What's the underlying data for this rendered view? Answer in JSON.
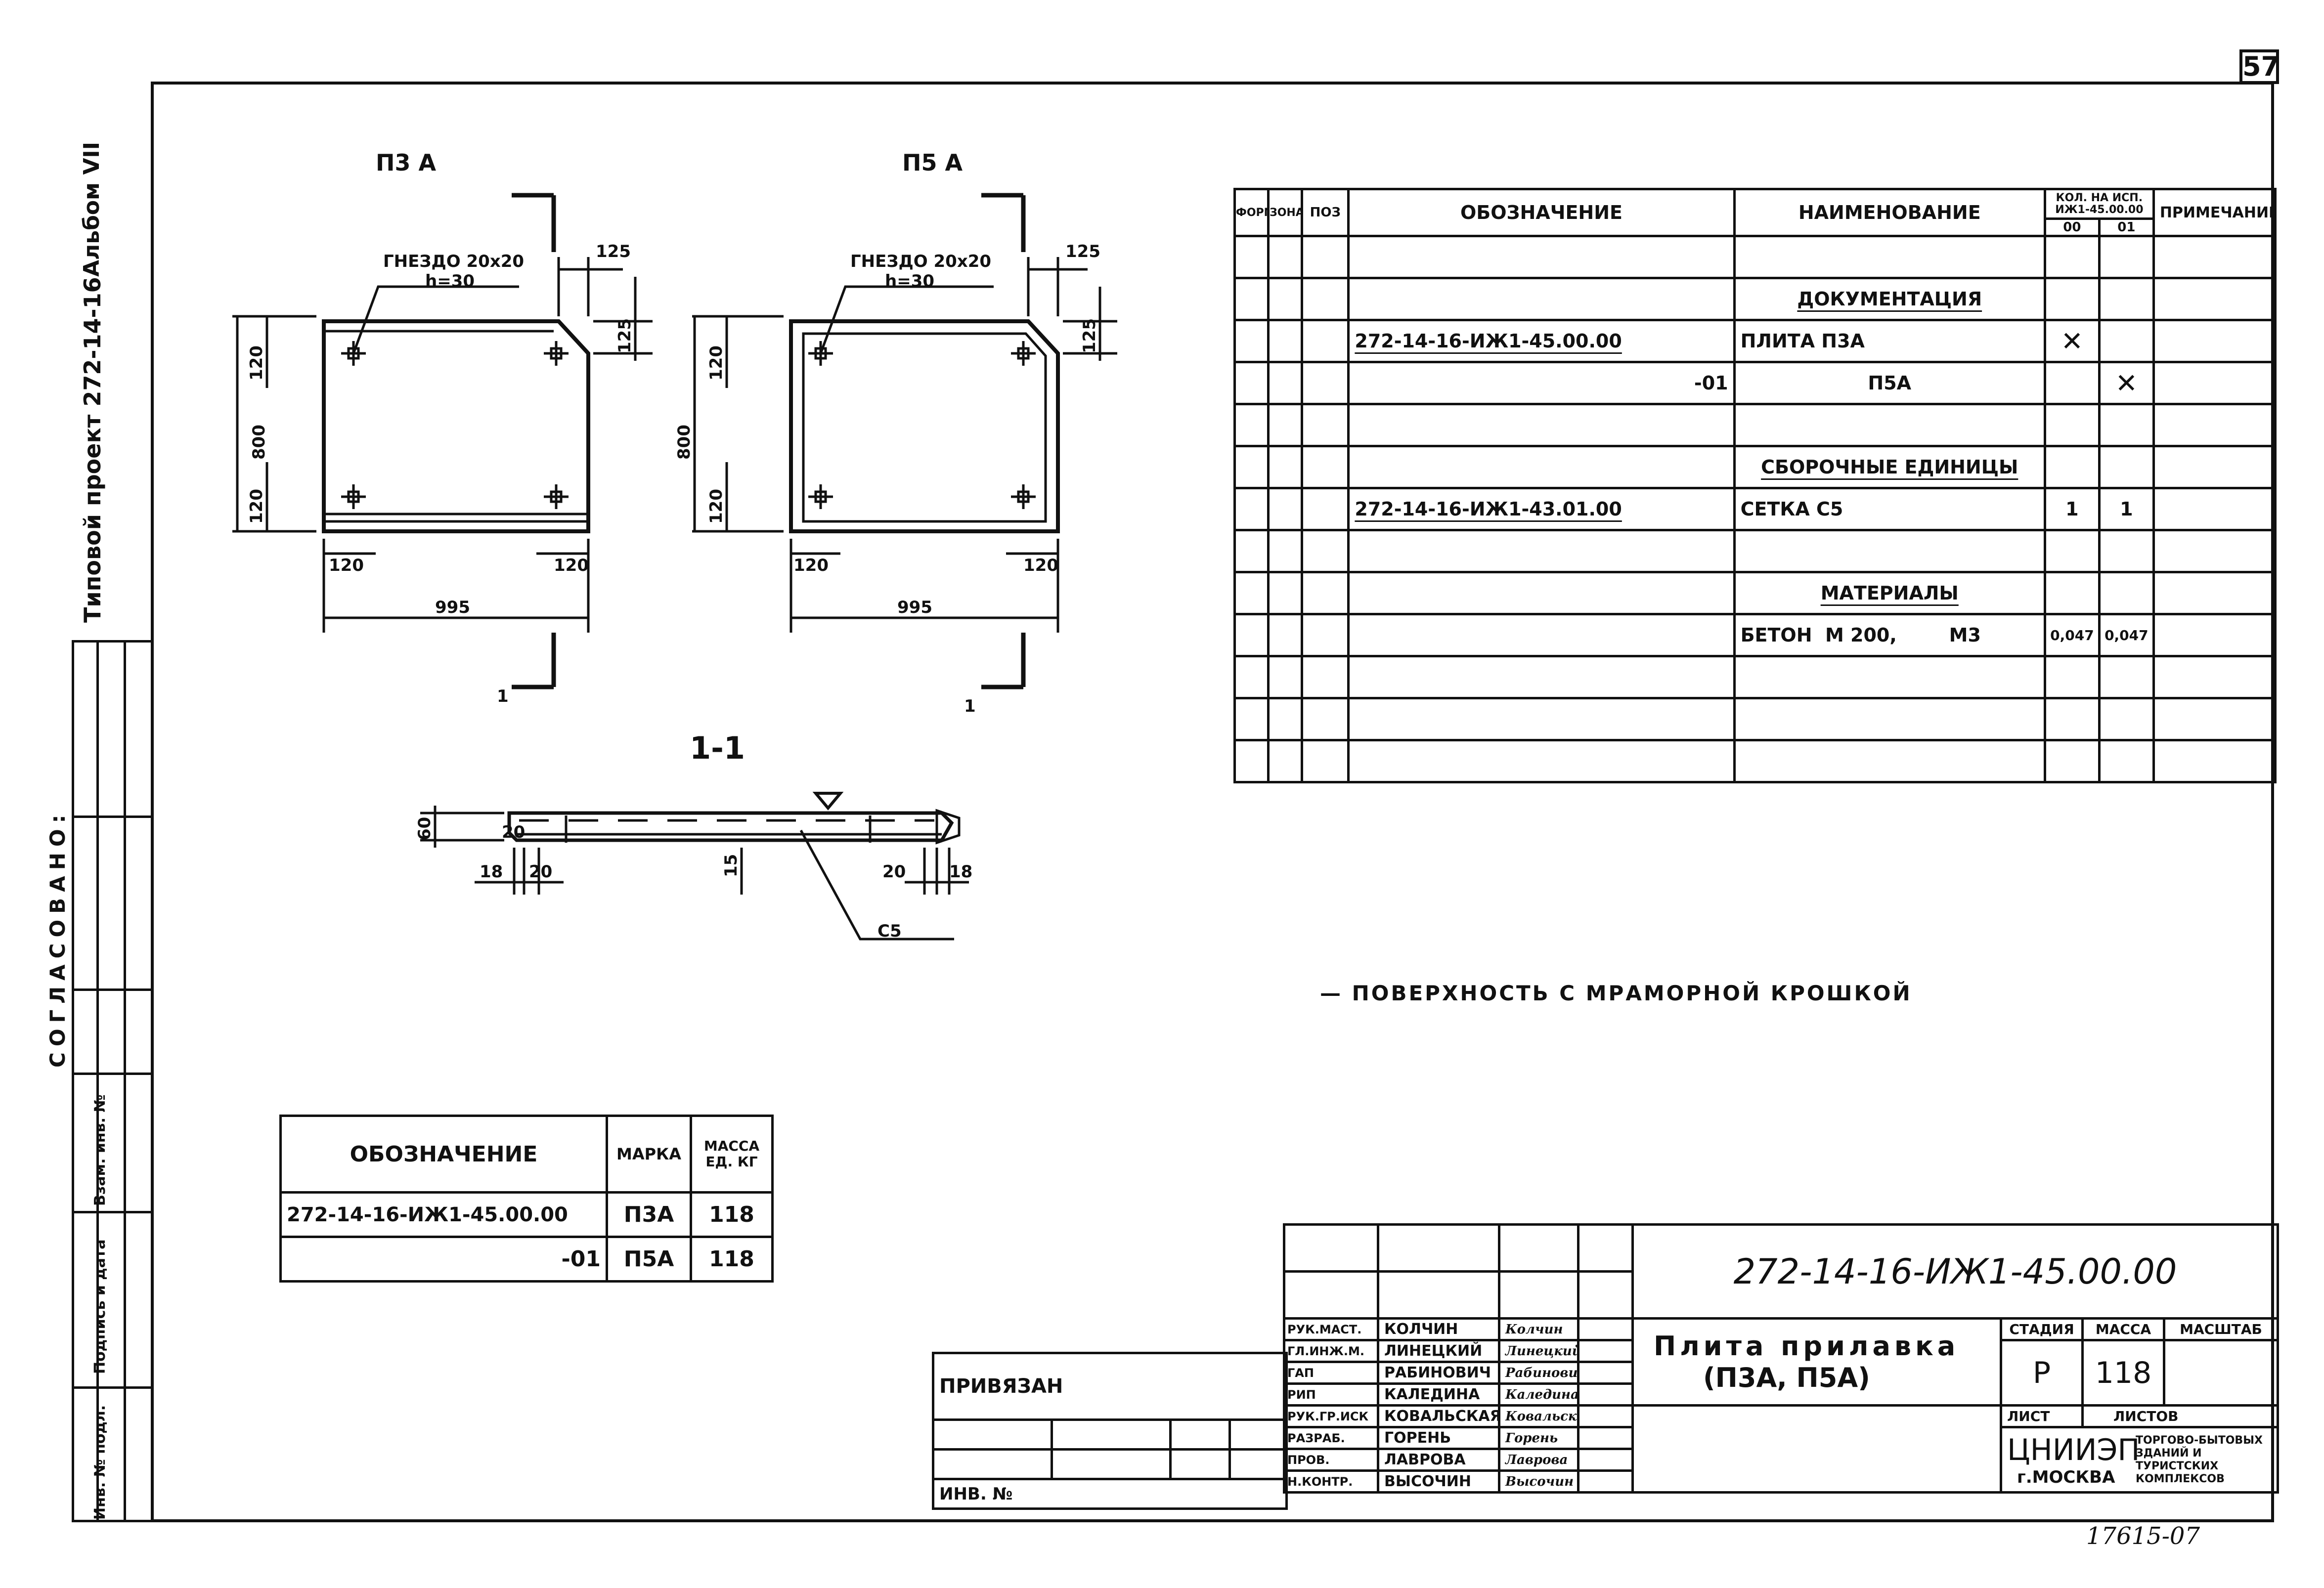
{
  "page_number": "57",
  "margin": {
    "album": "Альбом VII",
    "project": "Типовой проект 272-14-16",
    "agreed": "СОГЛАСОВАНО:",
    "inv_substitution": "Взам. инв. №",
    "signature_date": "Подпись и дата",
    "inv_original": "Инв. № подл."
  },
  "drawing": {
    "p3a_title": "П3 А",
    "p5a_title": "П5 А",
    "socket_note": "ГНЕЗДО 20x20",
    "socket_depth": "h=30",
    "dims": {
      "d125": "125",
      "d800": "800",
      "d120": "120",
      "d995": "995",
      "d60": "60",
      "d18": "18",
      "d20": "20",
      "d15": "15"
    },
    "section_mark": "1",
    "section_title": "1-1",
    "mesh_label": "С5",
    "surface_note": "— ПОВЕРХНОСТЬ С МРАМОРНОЙ КРОШКОЙ"
  },
  "spec_table": {
    "headers": {
      "format": "ФОРМАТ",
      "zone": "ЗОНА",
      "pos": "ПОЗ",
      "designation": "ОБОЗНАЧЕНИЕ",
      "name": "НАИМЕНОВАНИЕ",
      "qty": "КОЛ. НА ИСП.",
      "qty_doc": "ИЖ1-45.00.00",
      "col00": "00",
      "col01": "01",
      "note": "ПРИМЕЧАНИЕ"
    },
    "rows": [
      {
        "designation": "",
        "name": "",
        "q00": "",
        "q01": ""
      },
      {
        "designation": "",
        "name": "ДОКУМЕНТАЦИЯ",
        "q00": "",
        "q01": ""
      },
      {
        "designation": "272-14-16-ИЖ1-45.00.00",
        "name": "ПЛИТА  П3А",
        "q00": "✕",
        "q01": ""
      },
      {
        "designation": "-01",
        "name": "П5А",
        "q00": "",
        "q01": "✕"
      },
      {
        "designation": "",
        "name": "",
        "q00": "",
        "q01": ""
      },
      {
        "designation": "",
        "name": "СБОРОЧНЫЕ ЕДИНИЦЫ",
        "q00": "",
        "q01": ""
      },
      {
        "designation": "272-14-16-ИЖ1-43.01.00",
        "name": "СЕТКА  С5",
        "q00": "1",
        "q01": "1"
      },
      {
        "designation": "",
        "name": "",
        "q00": "",
        "q01": ""
      },
      {
        "designation": "",
        "name": "МАТЕРИАЛЫ",
        "q00": "",
        "q01": ""
      },
      {
        "designation": "",
        "name": "БЕТОН  М 200,        М3",
        "q00": "0,047",
        "q01": "0,047"
      },
      {
        "designation": "",
        "name": "",
        "q00": "",
        "q01": ""
      },
      {
        "designation": "",
        "name": "",
        "q00": "",
        "q01": ""
      },
      {
        "designation": "",
        "name": "",
        "q00": "",
        "q01": ""
      }
    ]
  },
  "mass_table": {
    "headers": {
      "designation": "ОБОЗНАЧЕНИЕ",
      "mark": "МАРКА",
      "mass": "МАССА ЕД. КГ"
    },
    "rows": [
      {
        "designation": "272-14-16-ИЖ1-45.00.00",
        "mark": "П3А",
        "mass": "118"
      },
      {
        "designation": "-01",
        "mark": "П5А",
        "mass": "118"
      }
    ]
  },
  "title_block": {
    "code": "272-14-16-ИЖ1-45.00.00",
    "title_line1": "Плита прилавка",
    "title_line2": "(П3А, П5А)",
    "stage_label": "СТАДИЯ",
    "mass_label": "МАССА",
    "scale_label": "МАСШТАБ",
    "stage": "Р",
    "mass": "118",
    "sheet_label": "ЛИСТ",
    "sheets_label": "ЛИСТОВ",
    "org": "ЦНИИЭП",
    "city": "г.МОСКВА",
    "org_note": "ТОРГОВО-БЫТОВЫХ ЗДАНИЙ И ТУРИСТСКИХ КОМПЛЕКСОВ",
    "tied_label": "ПРИВЯЗАН",
    "inv_label": "ИНВ. №",
    "staff": [
      {
        "role": "РУК.МАСТ.",
        "name": "КОЛЧИН",
        "sign": "Колчин"
      },
      {
        "role": "ГЛ.ИНЖ.М.",
        "name": "ЛИНЕЦКИЙ",
        "sign": "Линецкий"
      },
      {
        "role": "ГАП",
        "name": "РАБИНОВИЧ",
        "sign": "Рабинович"
      },
      {
        "role": "РИП",
        "name": "КАЛЕДИНА",
        "sign": "Каледина"
      },
      {
        "role": "РУК.ГР.ИСК",
        "name": "КОВАЛЬСКАЯ",
        "sign": "Ковальская"
      },
      {
        "role": "РАЗРАБ.",
        "name": "ГОРЕНЬ",
        "sign": "Горень"
      },
      {
        "role": "ПРОВ.",
        "name": "ЛАВРОВА",
        "sign": "Лаврова"
      },
      {
        "role": "Н.КОНТР.",
        "name": "ВЫСОЧИН",
        "sign": "Высочин"
      }
    ]
  },
  "footer_note": "17615-07"
}
